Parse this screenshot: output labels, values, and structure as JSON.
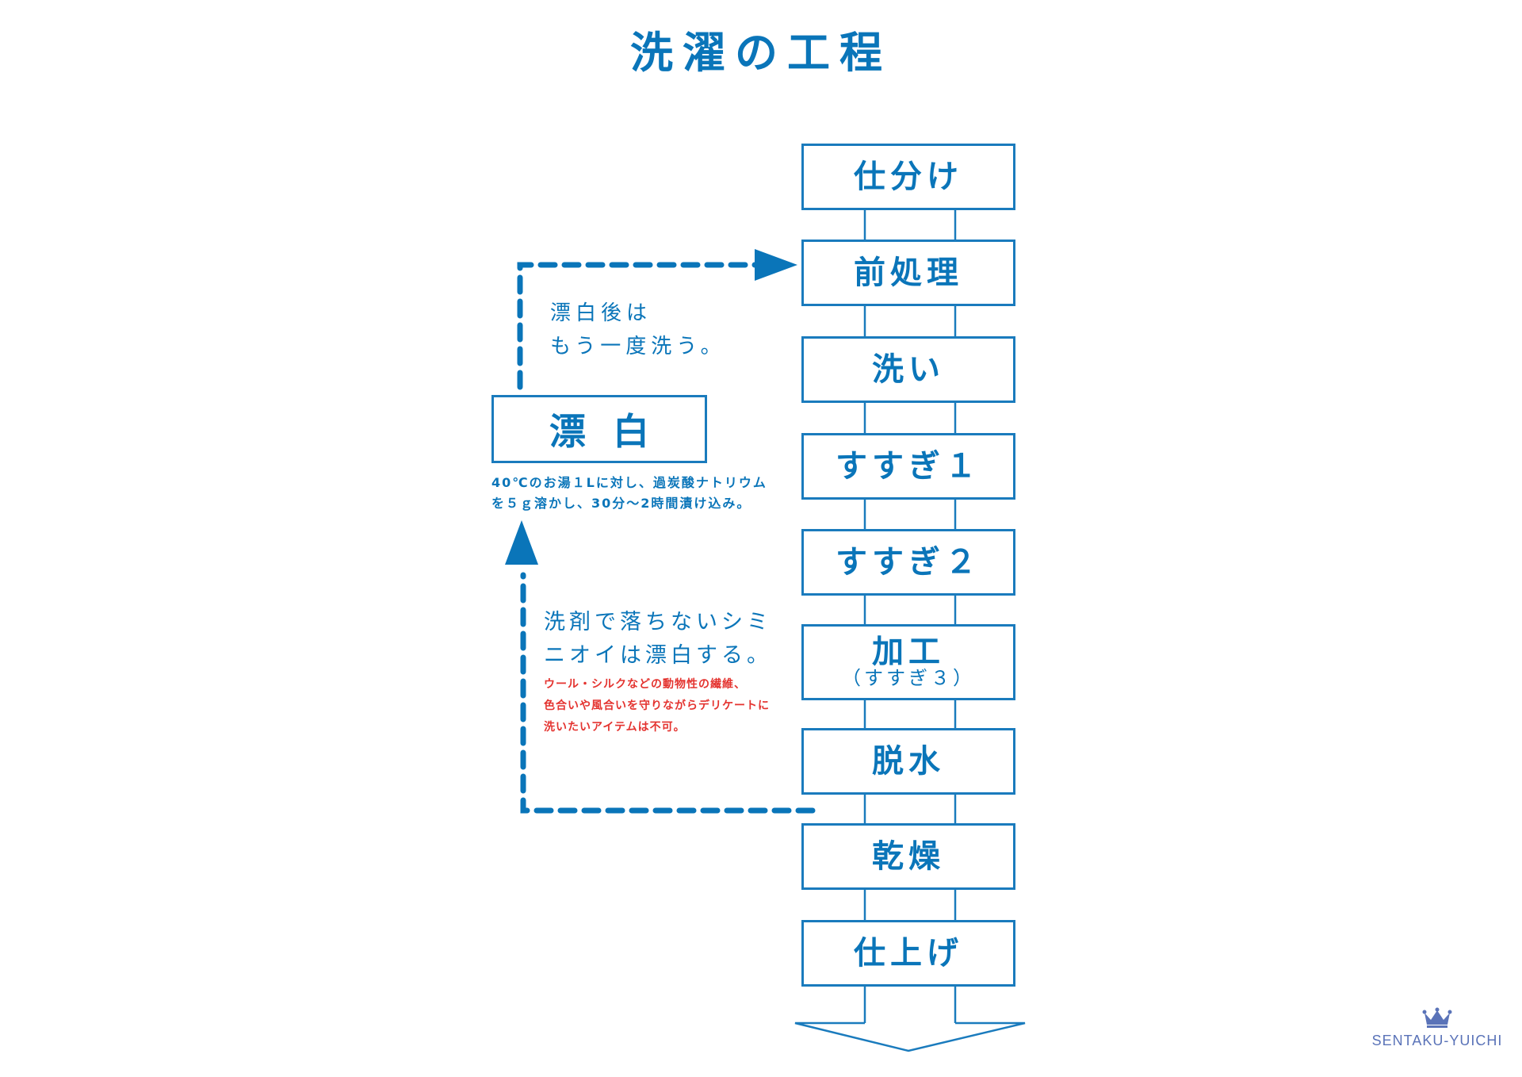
{
  "title": "洗濯の工程",
  "steps": [
    {
      "label": "仕分け"
    },
    {
      "label": "前処理"
    },
    {
      "label": "洗い"
    },
    {
      "label": "すすぎ１"
    },
    {
      "label": "すすぎ２"
    },
    {
      "label": "加工",
      "sub": "（すすぎ３）"
    },
    {
      "label": "脱水"
    },
    {
      "label": "乾燥"
    },
    {
      "label": "仕上げ"
    }
  ],
  "bleach": {
    "label": "漂白",
    "note": [
      "40℃のお湯１Lに対し、過炭酸ナトリウム",
      "を５ｇ溶かし、30分～2時間漬け込み。"
    ]
  },
  "note_after_bleach": [
    "漂白後は",
    "もう一度洗う。"
  ],
  "note_stain": [
    "洗剤で落ちないシミ",
    "ニオイは漂白する。"
  ],
  "note_warning": [
    "ウール・シルクなどの動物性の繊維、",
    "色合いや風合いを守りながらデリケートに",
    "洗いたいアイテムは不可。"
  ],
  "logo": {
    "text": "SENTAKU-YUICHI",
    "icon": "crown-icon"
  },
  "colors": {
    "primary": "#0a75b9",
    "line": "#1a7bbd",
    "warning": "#e4332f",
    "logo": "#5a73b8"
  }
}
